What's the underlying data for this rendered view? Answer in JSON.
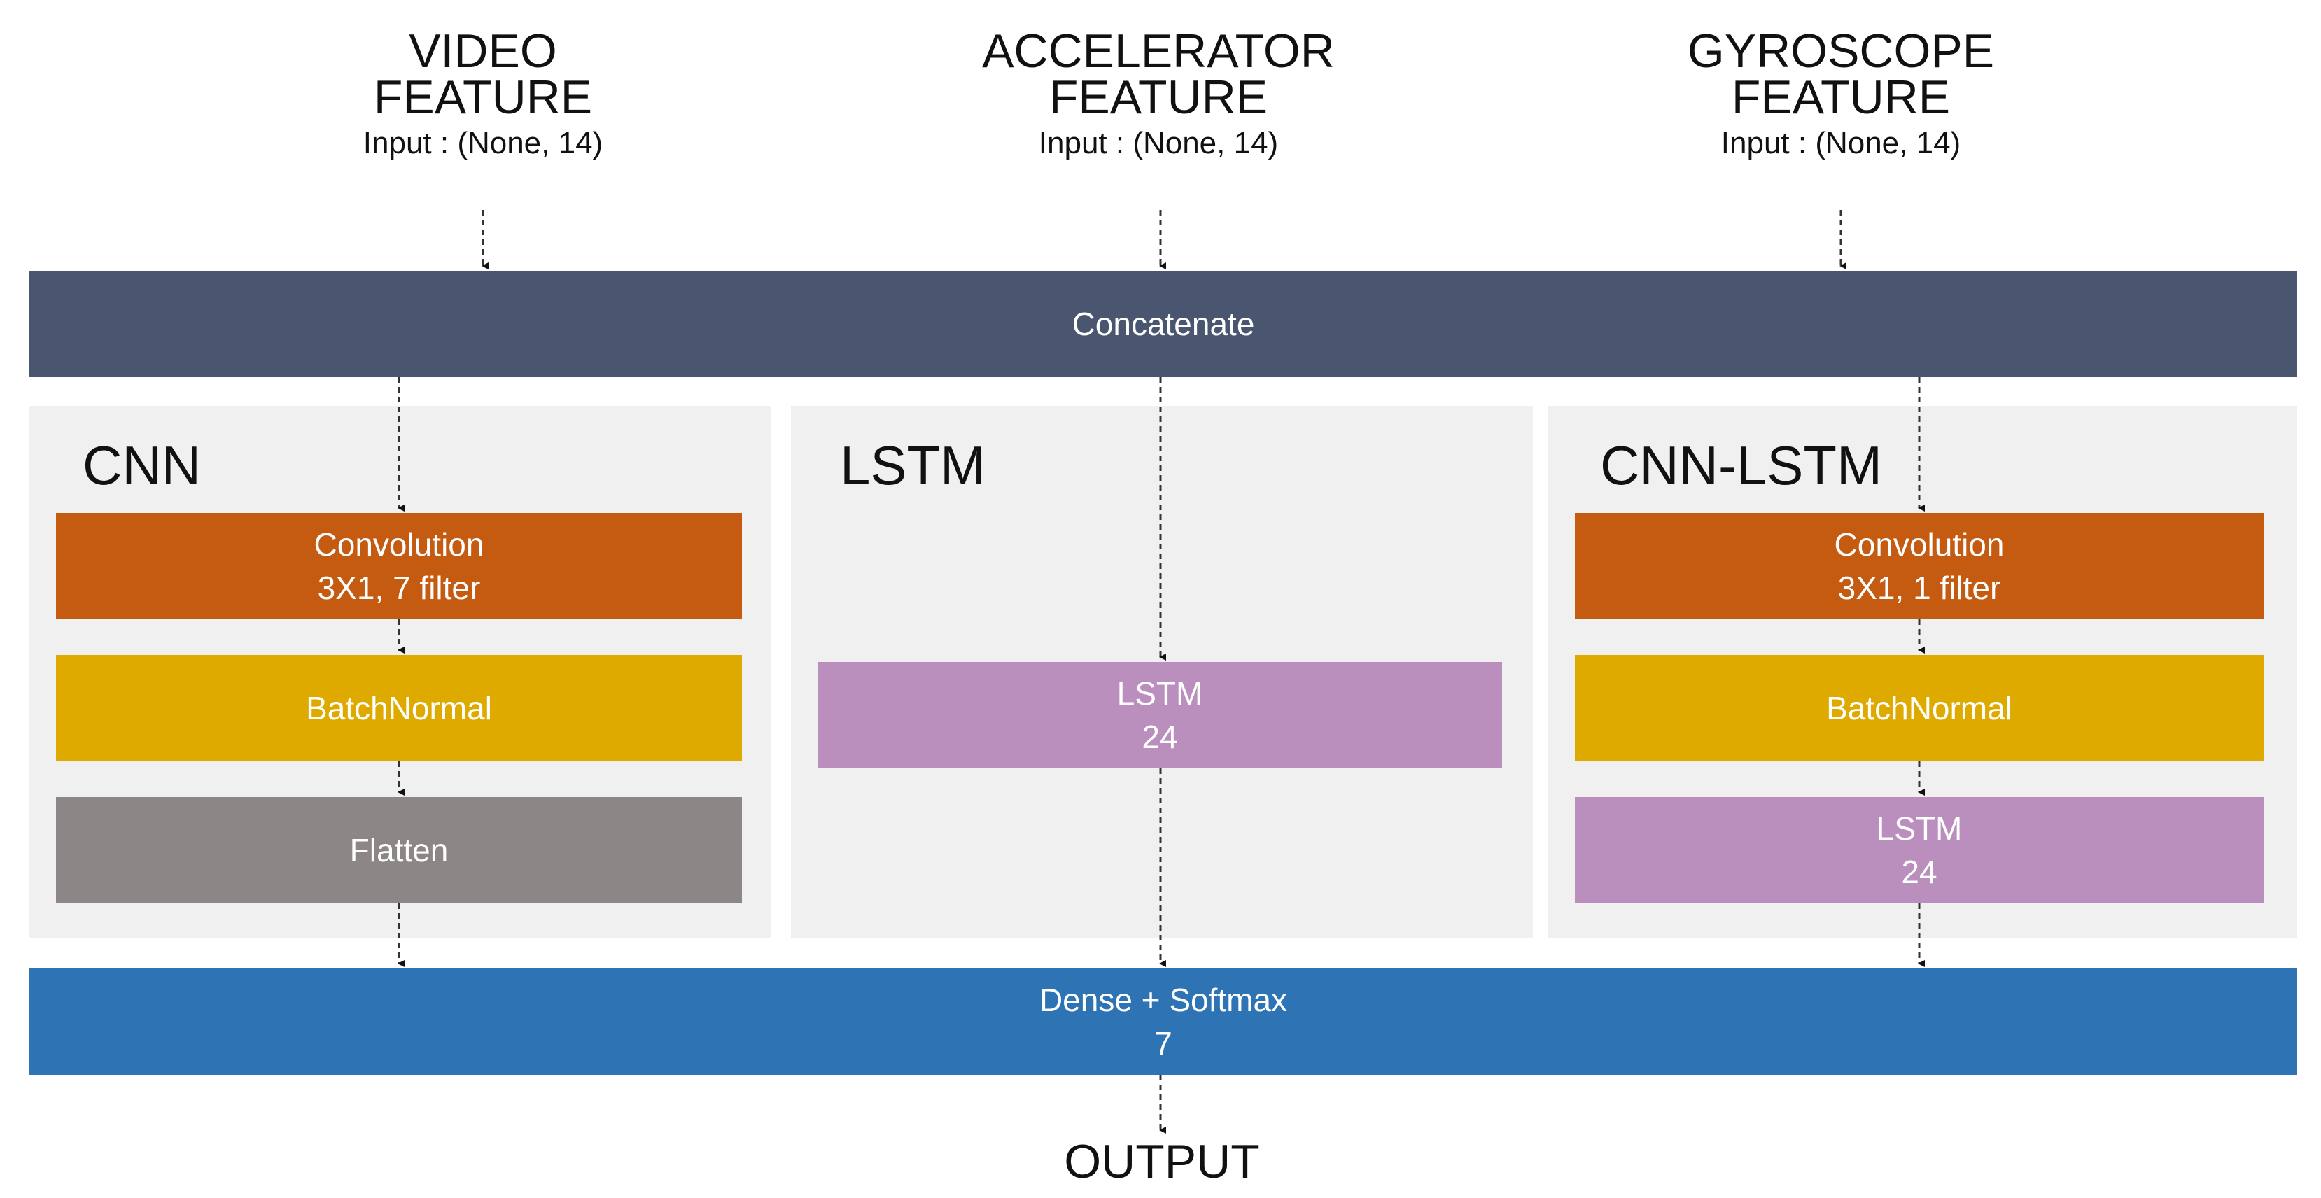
{
  "inputs": [
    {
      "title_line1": "VIDEO",
      "title_line2": "FEATURE",
      "shape": "Input : (None, 14)"
    },
    {
      "title_line1": "ACCELERATOR",
      "title_line2": "FEATURE",
      "shape": "Input : (None, 14)"
    },
    {
      "title_line1": "GYROSCOPE",
      "title_line2": "FEATURE",
      "shape": "Input : (None, 14)"
    }
  ],
  "concatenate": {
    "label": "Concatenate"
  },
  "panels": [
    {
      "title": "CNN",
      "layers": [
        {
          "line1": "Convolution",
          "line2": "3X1, 7 filter"
        },
        {
          "line1": "BatchNormal",
          "line2": ""
        },
        {
          "line1": "Flatten",
          "line2": ""
        }
      ]
    },
    {
      "title": "LSTM",
      "layers": [
        {
          "line1": "LSTM",
          "line2": "24"
        }
      ]
    },
    {
      "title": "CNN-LSTM",
      "layers": [
        {
          "line1": "Convolution",
          "line2": "3X1, 1 filter"
        },
        {
          "line1": "BatchNormal",
          "line2": ""
        },
        {
          "line1": "LSTM",
          "line2": "24"
        }
      ]
    }
  ],
  "dense": {
    "line1": "Dense + Softmax",
    "line2": "7"
  },
  "output": {
    "label": "OUTPUT"
  },
  "colors": {
    "concatenate": "#4a5670",
    "dense": "#2e74b5",
    "panel_bg": "#f0f0f0",
    "convolution": "#c55a11",
    "batchnormal": "#deaa00",
    "flatten": "#8c8786",
    "lstm": "#bb8fbd"
  }
}
